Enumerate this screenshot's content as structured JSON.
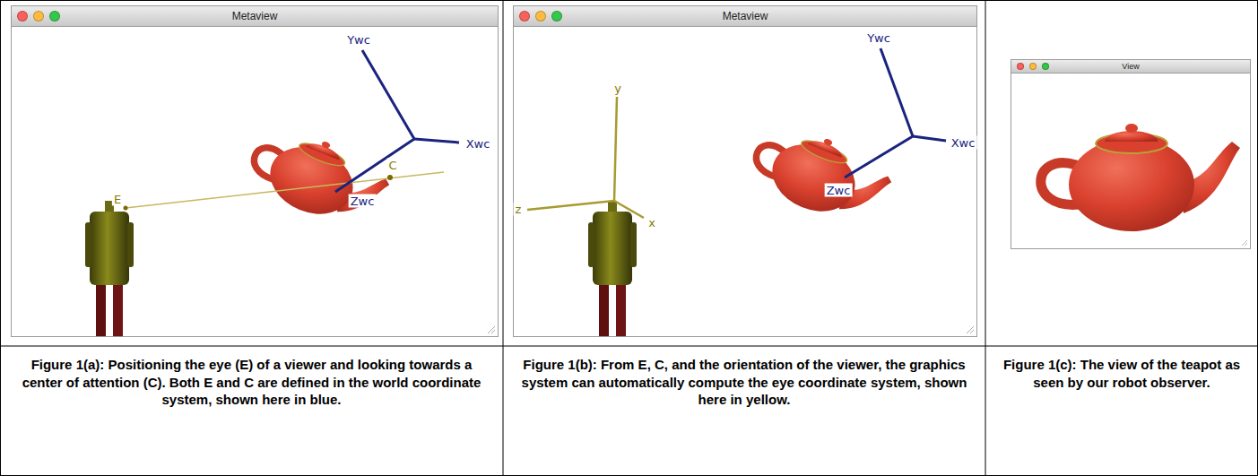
{
  "diagram": {
    "nodes": [
      {
        "text": [
          "Metaview"
        ]
      },
      {
        "text": [
          "Metaview"
        ]
      },
      {
        "text": [
          "View"
        ]
      },
      {
        "text": [
          "Figure 1(a): Positioning the eye (E) of a viewer and looking towards a center of attention (C). Both E and C are defined in the world coordinate system, shown here in blue."
        ]
      },
      {
        "text": [
          "Figure 1(b): From E, C, and the orientation of the viewer, the graphics system can automatically compute the eye coordinate system, shown here in yellow."
        ]
      },
      {
        "text": [
          "Figure 1(c): The view of the teapot as seen by our robot observer."
        ]
      }
    ],
    "labels": [
      "Ywc",
      "Xwc",
      "Zwc",
      "E",
      "C",
      "y",
      "z",
      "x",
      "Ywc",
      "Xwc",
      "Zwc"
    ]
  }
}
